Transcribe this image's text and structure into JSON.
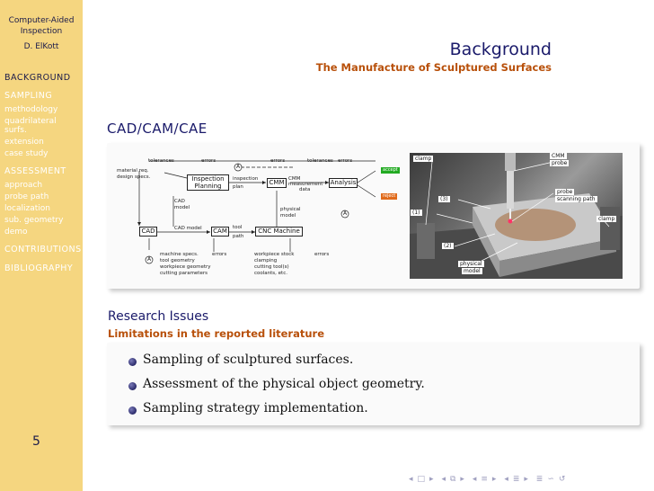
{
  "sidebar": {
    "title_line1": "Computer-Aided",
    "title_line2": "Inspection",
    "author": "D. ElKott",
    "sections": [
      {
        "label": "BACKGROUND",
        "active": true
      },
      {
        "label": "SAMPLING",
        "active": false
      },
      {
        "label": "ASSESSMENT",
        "active": false
      },
      {
        "label": "CONTRIBUTIONS",
        "active": false
      },
      {
        "label": "BIBLIOGRAPHY",
        "active": false
      }
    ],
    "sampling_items": [
      "methodology",
      "quadrilateral",
      "surfs.",
      "extension",
      "case study"
    ],
    "assessment_items": [
      "approach",
      "probe path",
      "localization",
      "sub. geometry",
      "demo"
    ],
    "page_number": "5"
  },
  "header": {
    "title": "Background",
    "subtitle": "The Manufacture of Sculptured Surfaces"
  },
  "block1": {
    "title": "CAD/CAM/CAE"
  },
  "diagram": {
    "tolerances_1": "tolerances",
    "errors_1": "errors",
    "errors_2": "errors",
    "tolerances_2": "tolerances",
    "errors_3": "errors",
    "material_req": "material req.",
    "design_specs": "design specs.",
    "inspection_planning_1": "Inspection",
    "inspection_planning_2": "Planning",
    "inspection_plan_1": "inspection",
    "inspection_plan_2": "plan",
    "cmm": "CMM",
    "cmm_data_1": "CMM",
    "cmm_data_2": "measurement",
    "cmm_data_3": "data",
    "analysis": "Analysis",
    "accept": "accept",
    "reject": "reject",
    "cad_model_1": "CAD",
    "cad_model_2": "model",
    "physical_model_1": "physical",
    "physical_model_2": "model",
    "cad": "CAD",
    "cad_model_label": "CAD model",
    "cam": "CAM",
    "tool_path_1": "tool",
    "tool_path_2": "path",
    "cnc": "CNC Machine",
    "a_label": "A",
    "machine_specs": "machine specs.",
    "errors_4": "errors",
    "tool_geometry": "tool geometry",
    "workpiece_geometry": "workpiece geometry",
    "cutting_parameters": "cutting parameters",
    "workpiece_stock": "workpiece stock",
    "errors_5": "errors",
    "clamping": "clamping",
    "cutting_tools": "cutting tool(s)",
    "coolants": "coolants, etc."
  },
  "photo": {
    "clamp_1": "clamp",
    "cmm_probe_1": "CMM",
    "cmm_probe_2": "probe",
    "probe_path_1": "probe",
    "probe_path_2": "scanning path",
    "label_3": "(3)",
    "label_1": "(1)",
    "clamp_2": "clamp",
    "label_2": "(2)",
    "physical_1": "physical",
    "physical_2": "model"
  },
  "block2": {
    "title": "Research Issues",
    "subtitle": "Limitations in the reported literature",
    "items": [
      "Sampling of sculptured surfaces.",
      "Assessment of the physical object geometry.",
      "Sampling strategy implementation."
    ]
  },
  "colors": {
    "sidebar_bg": "#f5d680",
    "title_blue": "#1a1a6a",
    "subtitle_orange": "#b8500a",
    "accept_green": "#22aa22",
    "reject_orange": "#e06a1a"
  }
}
